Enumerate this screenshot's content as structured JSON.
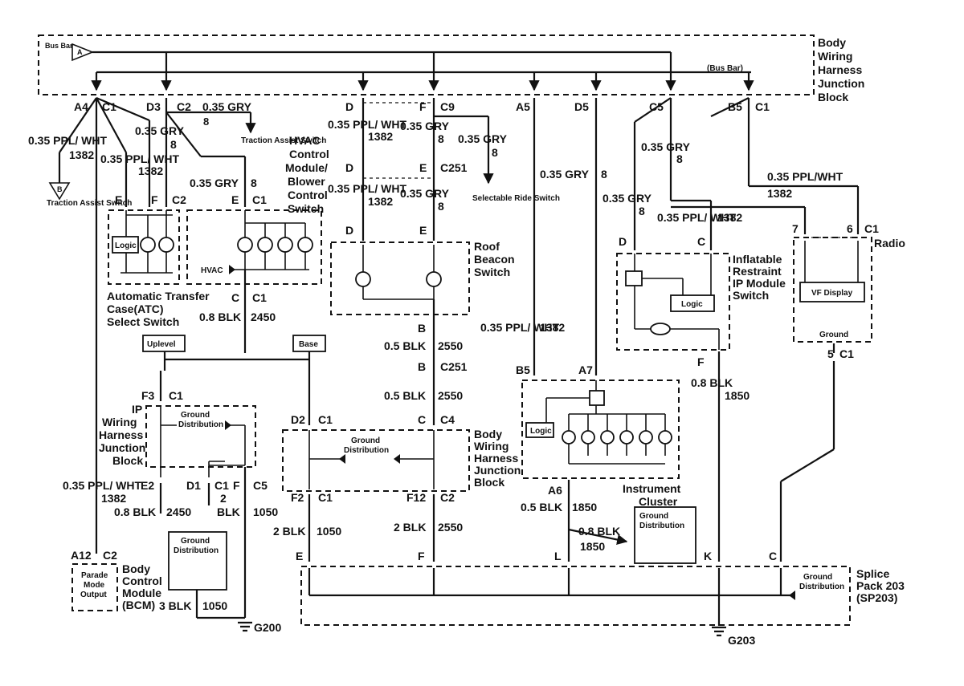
{
  "labels": {
    "bus_bar_left": "Bus Bar",
    "bus_bar_mid": "(Bus Bar)",
    "bus_a": "A",
    "jb_top": "Body Wiring Harness Junction Block",
    "top_a4": "A4",
    "top_c1a": "C1",
    "top_d3": "D3",
    "top_c2": "C2",
    "top_gry": "0.35 GRY",
    "top_8a": "8",
    "traction_top": "Traction Assist Switch",
    "left_wire": "0.35 PPL/ WHT",
    "left_1382": "1382",
    "b_label": "B",
    "traction_left": "Traction Assist Switch",
    "atc_gry": "0.35 GRY",
    "atc_8": "8",
    "atc_ppl": "0.35 PPL/ WHT",
    "atc_1382": "1382",
    "gry_8b": "0.35 GRY",
    "n8b": "8",
    "pin_e1": "E",
    "pin_f1": "F",
    "pin_c2b": "C2",
    "pin_e2": "E",
    "pin_c1b": "C1",
    "logic": "Logic",
    "hvac": "HVAC",
    "atc_name": "Automatic Transfer Case(ATC) Select Switch",
    "pin_c": "C",
    "pin_c1c": "C1",
    "blk_08": "0.8 BLK",
    "n2450": "2450",
    "uplevel": "Uplevel",
    "base": "Base",
    "hvac_name": "HVAC Control Module/ Blower Control Switch",
    "pin_d": "D",
    "pin_f": "F",
    "pin_c9": "C9",
    "ppl_a": "0.35 PPL/ WHT",
    "n1382a": "1382",
    "gry_a": "0.35 GRY",
    "n8c": "8",
    "gry_c": "0.35 GRY",
    "n8d": "8",
    "pin_d2": "D",
    "pin_e3": "E",
    "pin_c251": "C251",
    "ppl_b": "0.35 PPL/ WHT",
    "n1382b": "1382",
    "gry_b": "0.35 GRY",
    "n8e": "8",
    "selectable": "Selectable Ride Switch",
    "pin_d3": "D",
    "pin_e4": "E",
    "roof": "Roof Beacon Switch",
    "pin_b": "B",
    "blk_05a": "0.5 BLK",
    "n2550a": "2550",
    "pin_b2": "B",
    "pin_c251b": "C251",
    "blk_05b": "0.5 BLK",
    "n2550b": "2550",
    "pin_a5": "A5",
    "pin_d5": "D5",
    "gry_d": "0.35 GRY",
    "n8f": "8",
    "gry_e": "0.35 GRY",
    "n8g": "8",
    "pin_c5": "C5",
    "pin_b5": "B5",
    "pin_c1d": "C1",
    "gry_f": "0.35 GRY",
    "n8h": "8",
    "ppl_c": "0.35 PPL/WHT",
    "n1382c": "1382",
    "ppl_d": "0.35 PPL/ WHT",
    "n1382d": "1382",
    "pin_7": "7",
    "pin_6": "6",
    "pin_c1e": "C1",
    "radio": "Radio",
    "vf": "VF Display",
    "ground_r": "Ground",
    "pin_d4": "D",
    "pin_c3": "C",
    "inflatable": "Inflatable Restraint IP Module Switch",
    "logic2": "Logic",
    "pin_f2": "F",
    "blk_08b": "0.8 BLK",
    "n1850a": "1850",
    "pin_5": "5",
    "pin_c1f": "C1",
    "ppl_e": "0.35 PPL/ WHT",
    "n1382e": "1382",
    "pin_b5b": "B5",
    "pin_a7": "A7",
    "logic3": "Logic",
    "pin_a6": "A6",
    "blk_05c": "0.5 BLK",
    "n1850b": "1850",
    "cluster": "Instrument Cluster",
    "gd_cluster": "Ground Distribution",
    "blk_08c": "0.8 BLK",
    "n1850c": "1850",
    "pin_f3": "F3",
    "pin_c1g": "C1",
    "ip_name": "IP Wiring Harness Junction Block",
    "gd_ip": "Ground Distribution",
    "pin_e2b": "E2",
    "pin_d1": "D1",
    "pin_c1h": "C1",
    "pin_fb": "F",
    "pin_c5b": "C5",
    "blk_08d": "0.8 BLK",
    "n2450b": "2450",
    "n2": "2",
    "blk_a": "BLK",
    "n1050a": "1050",
    "ppl_f": "0.35 PPL/ WHT",
    "n1382f": "1382",
    "pin_a12": "A12",
    "pin_c2c": "C2",
    "parade": "Parade Mode Output",
    "bcm": "Body Control Module (BCM)",
    "gd_bcm": "Ground Distribution",
    "blk_3": "3 BLK",
    "n1050b": "1050",
    "g200": "G200",
    "pin_d2b": "D2",
    "pin_c1i": "C1",
    "pin_c4": "C",
    "pin_c4b": "C4",
    "gd_mid": "Ground Distribution",
    "jb_mid": "Body Wiring Harness Junction Block",
    "pin_f2b": "F2",
    "pin_c1j": "C1",
    "pin_f12": "F12",
    "pin_c2d": "C2",
    "blk_2a": "2 BLK",
    "n1050c": "1050",
    "blk_2b": "2 BLK",
    "n2550c": "2550",
    "sp_e": "E",
    "sp_f": "F",
    "sp_l": "L",
    "sp_k": "K",
    "sp_c": "C",
    "gd_sp": "Ground Distribution",
    "splice": "Splice Pack 203 (SP203)",
    "g203": "G203"
  }
}
